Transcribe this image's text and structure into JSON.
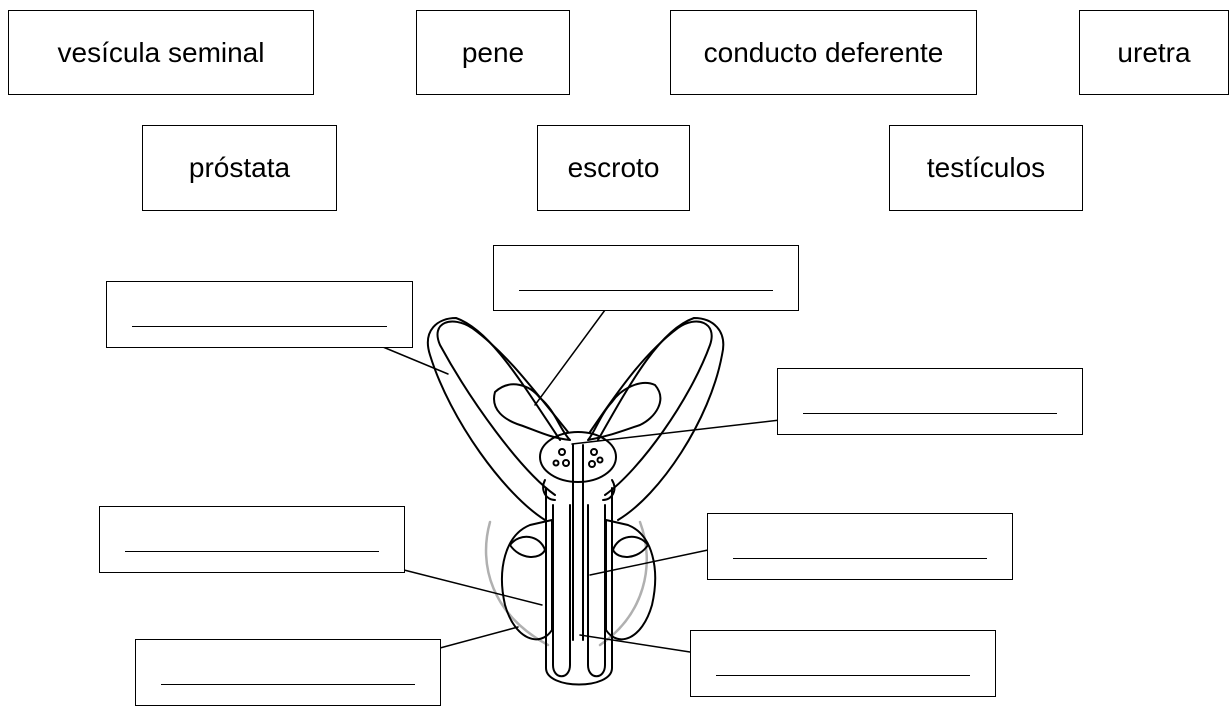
{
  "word_bank": [
    "vesícula seminal",
    "pene",
    "conducto deferente",
    "uretra",
    "próstata",
    "escroto",
    "testículos"
  ],
  "answer_boxes": [
    "",
    "",
    "",
    "",
    "",
    "",
    "",
    ""
  ],
  "colors": {
    "line": "#000000",
    "scrotum_outline": "#b0b0b0",
    "background": "#ffffff"
  }
}
